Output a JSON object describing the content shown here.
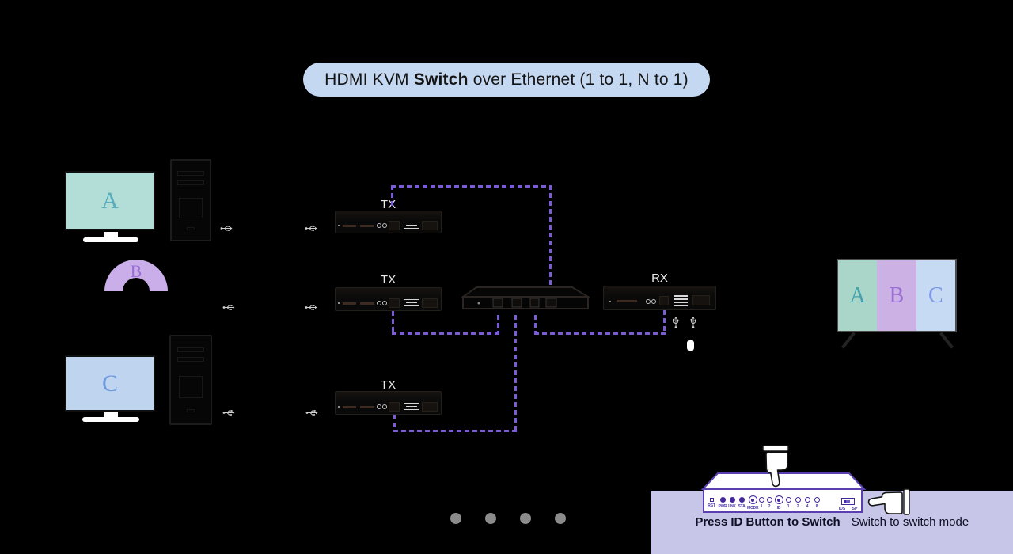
{
  "title": {
    "pre": "HDMI KVM ",
    "bold": "Switch",
    "post": " over Ethernet (1 to 1, N to 1)"
  },
  "sources": [
    {
      "label": "A",
      "kind": "monitor"
    },
    {
      "label": "B",
      "kind": "disc"
    },
    {
      "label": "C",
      "kind": "monitor"
    }
  ],
  "tx_labels": [
    "TX",
    "TX",
    "TX"
  ],
  "rx_label": "RX",
  "output_monitor": {
    "segments": [
      {
        "label": "A"
      },
      {
        "label": "B"
      },
      {
        "label": "C"
      }
    ]
  },
  "connections": [
    {
      "from": "TX-1",
      "to": "network-switch"
    },
    {
      "from": "TX-2",
      "to": "network-switch"
    },
    {
      "from": "TX-3",
      "to": "network-switch"
    },
    {
      "from": "network-switch",
      "to": "RX"
    }
  ],
  "front_panel": {
    "controls": [
      {
        "label": "RST",
        "type": "button"
      },
      {
        "label": "PWR",
        "type": "led"
      },
      {
        "label": "LNK",
        "type": "led"
      },
      {
        "label": "STA",
        "type": "led"
      },
      {
        "label": "MODE",
        "type": "ring"
      },
      {
        "label": "1",
        "type": "open"
      },
      {
        "label": "2",
        "type": "open"
      },
      {
        "label": "ID",
        "type": "ring"
      },
      {
        "label": "1",
        "type": "open"
      },
      {
        "label": "2",
        "type": "open"
      },
      {
        "label": "4",
        "type": "open"
      },
      {
        "label": "8",
        "type": "open"
      }
    ],
    "slide": {
      "left_label": "IDS",
      "right_label": "SP"
    },
    "caption_press": "Press ID Button to Switch",
    "caption_switch": "Switch to switch mode"
  },
  "carousel": {
    "count": 4
  },
  "icons": {
    "usb": "usb-icon",
    "hand_press": "hand-press-icon",
    "hand_point": "hand-point-icon",
    "mouse": "mouse-icon"
  },
  "colors": {
    "accent_dash_purple": "#7b5cd6",
    "panel_lavender": "#c8c6e8",
    "pill_blue": "#c5d8f1",
    "device_outline_purple": "#5b3fb0",
    "monitor_a_teal": "#b3ded8",
    "disc_b_purple": "#c9aee9",
    "monitor_c_blue": "#bfd5ef",
    "out_seg_a": "#a9d6c9",
    "out_seg_b": "#ccb1e5",
    "out_seg_c": "#c6daf3",
    "dot_gray": "#8b8b8b"
  }
}
